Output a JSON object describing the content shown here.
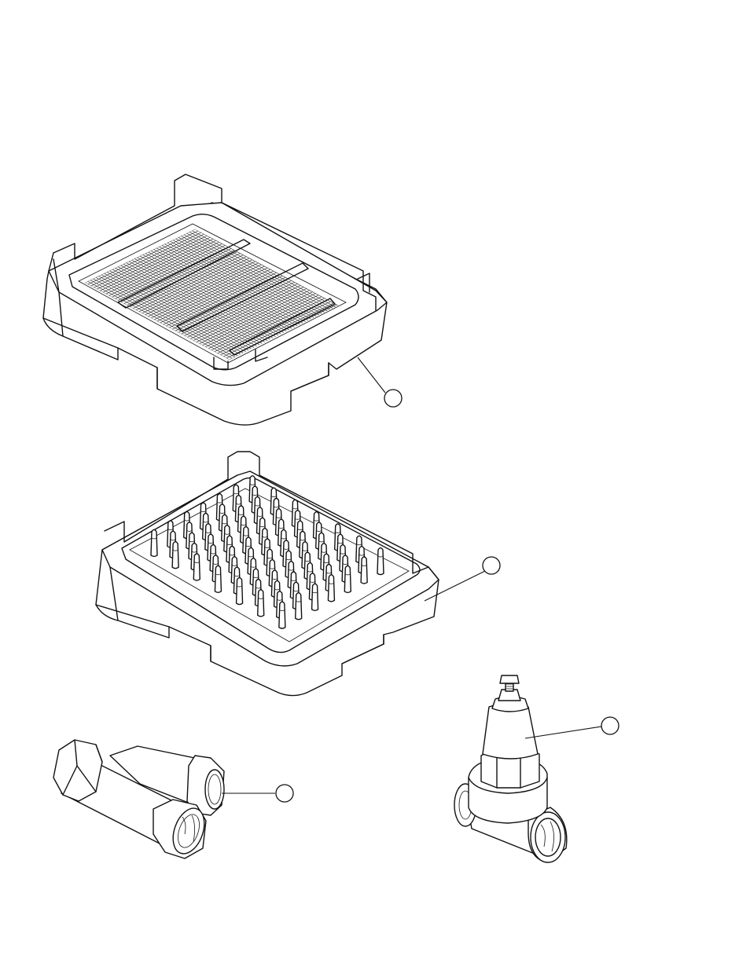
{
  "figure": {
    "parts": [
      {
        "name": "mesh-basket",
        "callout": ""
      },
      {
        "name": "peg-rack",
        "callout": ""
      },
      {
        "name": "y-strainer",
        "callout": ""
      },
      {
        "name": "pressure-regulator",
        "callout": ""
      }
    ],
    "line_color": "#111111",
    "background": "#ffffff"
  }
}
